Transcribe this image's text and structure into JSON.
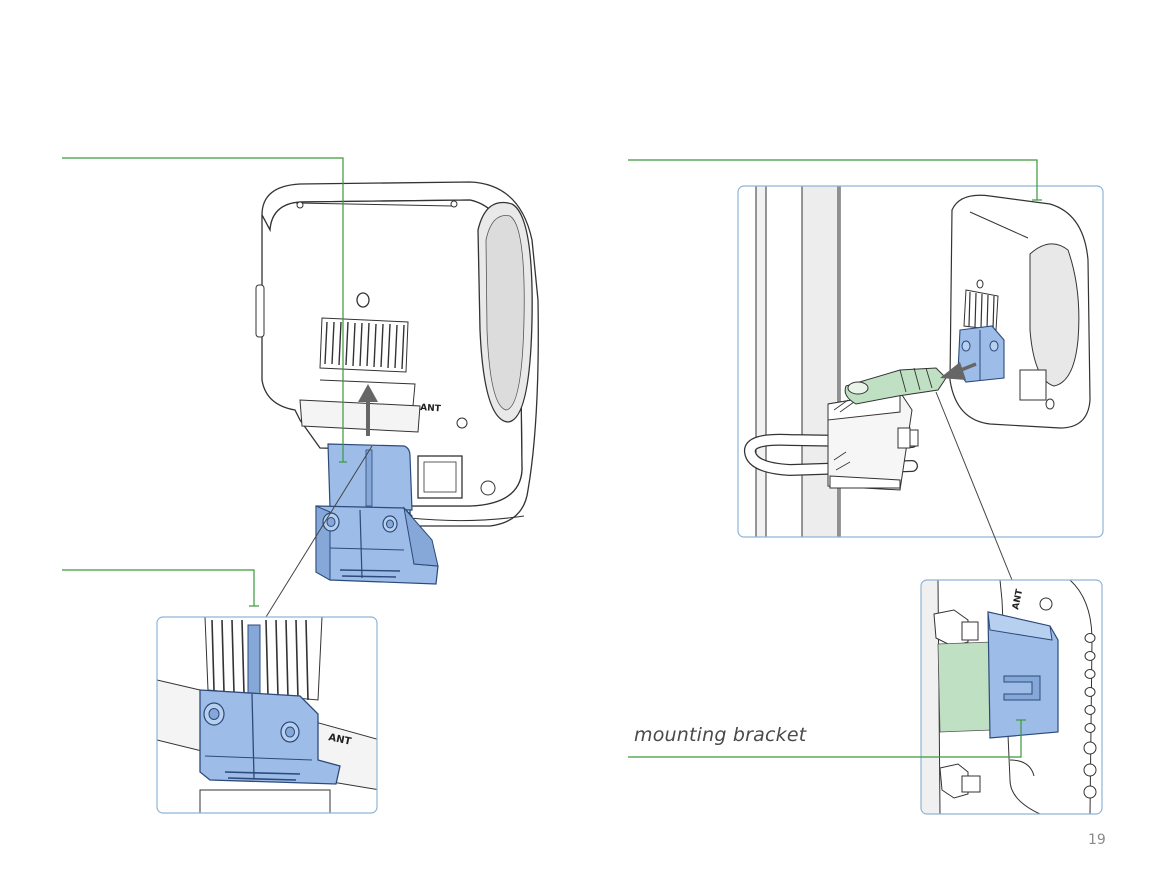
{
  "callouts": {
    "mounting_bracket": "mounting bracket"
  },
  "illustration_labels": {
    "antenna_port": "ANT"
  },
  "footer": {
    "page_number": "19"
  },
  "colors": {
    "leader_line": "#3a9a3a",
    "bracket_fill": "#9dbde8",
    "bracket_stroke": "#2c4a7a",
    "clamp_fill": "#bfe0c2",
    "inset_border": "#8fb3d6",
    "outline": "#333333"
  }
}
